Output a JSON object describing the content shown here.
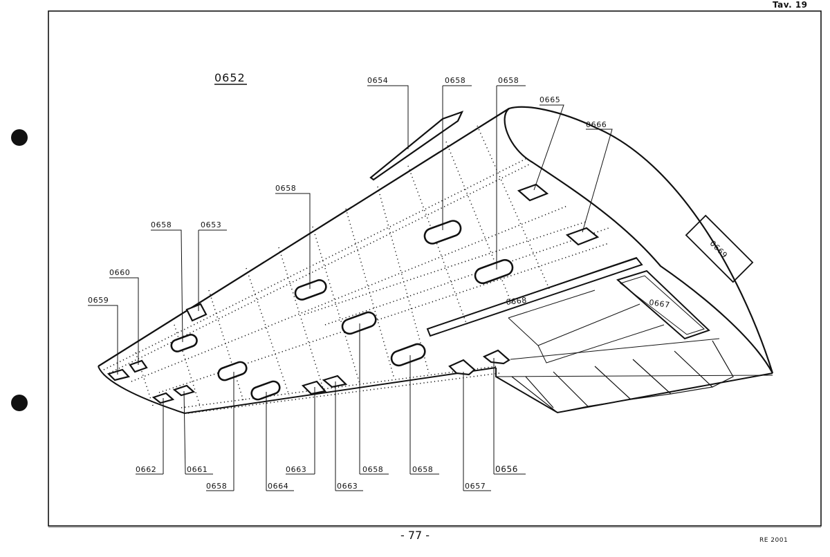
{
  "header": {
    "plate": "Tav. 19"
  },
  "footer": {
    "page": "- 77 -",
    "code": "RE 2001"
  },
  "diagram": {
    "assembly_label": "0652",
    "callouts": {
      "c0654": "0654",
      "c0658_top_a": "0658",
      "c0658_top_b": "0658",
      "c0665": "0665",
      "c0666": "0666",
      "c0658_mid": "0658",
      "c0658_left": "0658",
      "c0653": "0653",
      "c0660": "0660",
      "c0659": "0659",
      "c0669": "0669",
      "c0668": "0668",
      "c0667": "0667",
      "c0662": "0662",
      "c0661": "0661",
      "c0658_bot_a": "0658",
      "c0664": "0664",
      "c0663_a": "0663",
      "c0663_b": "0663",
      "c0658_bot_b": "0658",
      "c0658_bot_c": "0658",
      "c0657": "0657",
      "c0656": "0656"
    }
  },
  "colors": {
    "ink": "#111111",
    "paper": "#ffffff"
  }
}
